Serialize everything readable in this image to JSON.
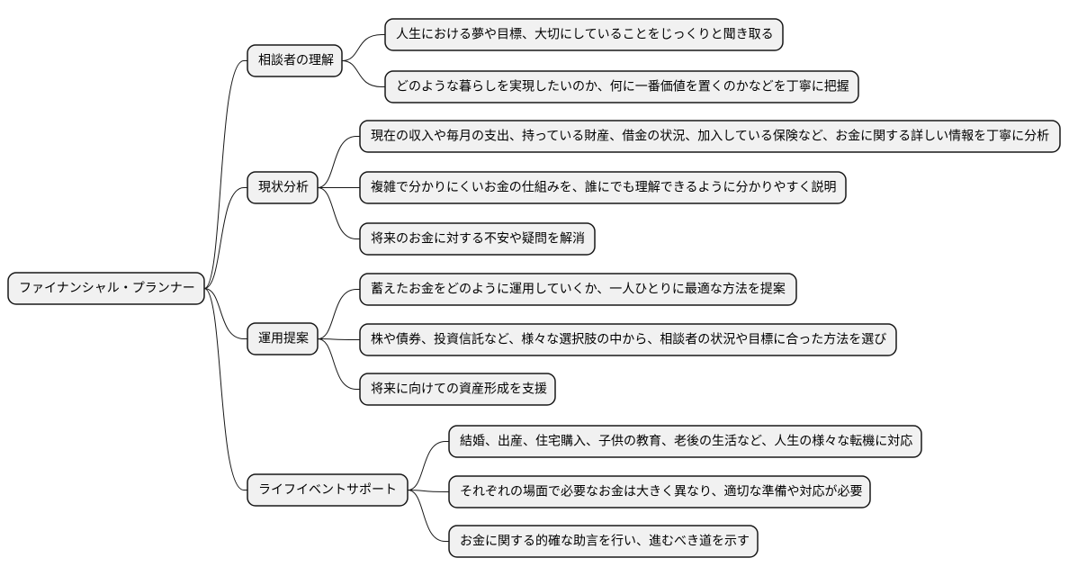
{
  "mindmap": {
    "root": {
      "label": "ファイナンシャル・プランナー"
    },
    "branches": [
      {
        "label": "相談者の理解",
        "children": [
          {
            "label": "人生における夢や目標、大切にしていることをじっくりと聞き取る"
          },
          {
            "label": "どのような暮らしを実現したいのか、何に一番価値を置くのかなどを丁寧に把握"
          }
        ]
      },
      {
        "label": "現状分析",
        "children": [
          {
            "label": "現在の収入や毎月の支出、持っている財産、借金の状況、加入している保険など、お金に関する詳しい情報を丁寧に分析"
          },
          {
            "label": "複雑で分かりにくいお金の仕組みを、誰にでも理解できるように分かりやすく説明"
          },
          {
            "label": "将来のお金に対する不安や疑問を解消"
          }
        ]
      },
      {
        "label": "運用提案",
        "children": [
          {
            "label": "蓄えたお金をどのように運用していくか、一人ひとりに最適な方法を提案"
          },
          {
            "label": "株や債券、投資信託など、様々な選択肢の中から、相談者の状況や目標に合った方法を選び"
          },
          {
            "label": "将来に向けての資産形成を支援"
          }
        ]
      },
      {
        "label": "ライフイベントサポート",
        "children": [
          {
            "label": "結婚、出産、住宅購入、子供の教育、老後の生活など、人生の様々な転機に対応"
          },
          {
            "label": "それぞれの場面で必要なお金は大きく異なり、適切な準備や対応が必要"
          },
          {
            "label": "お金に関する的確な助言を行い、進むべき道を示す"
          }
        ]
      }
    ]
  }
}
